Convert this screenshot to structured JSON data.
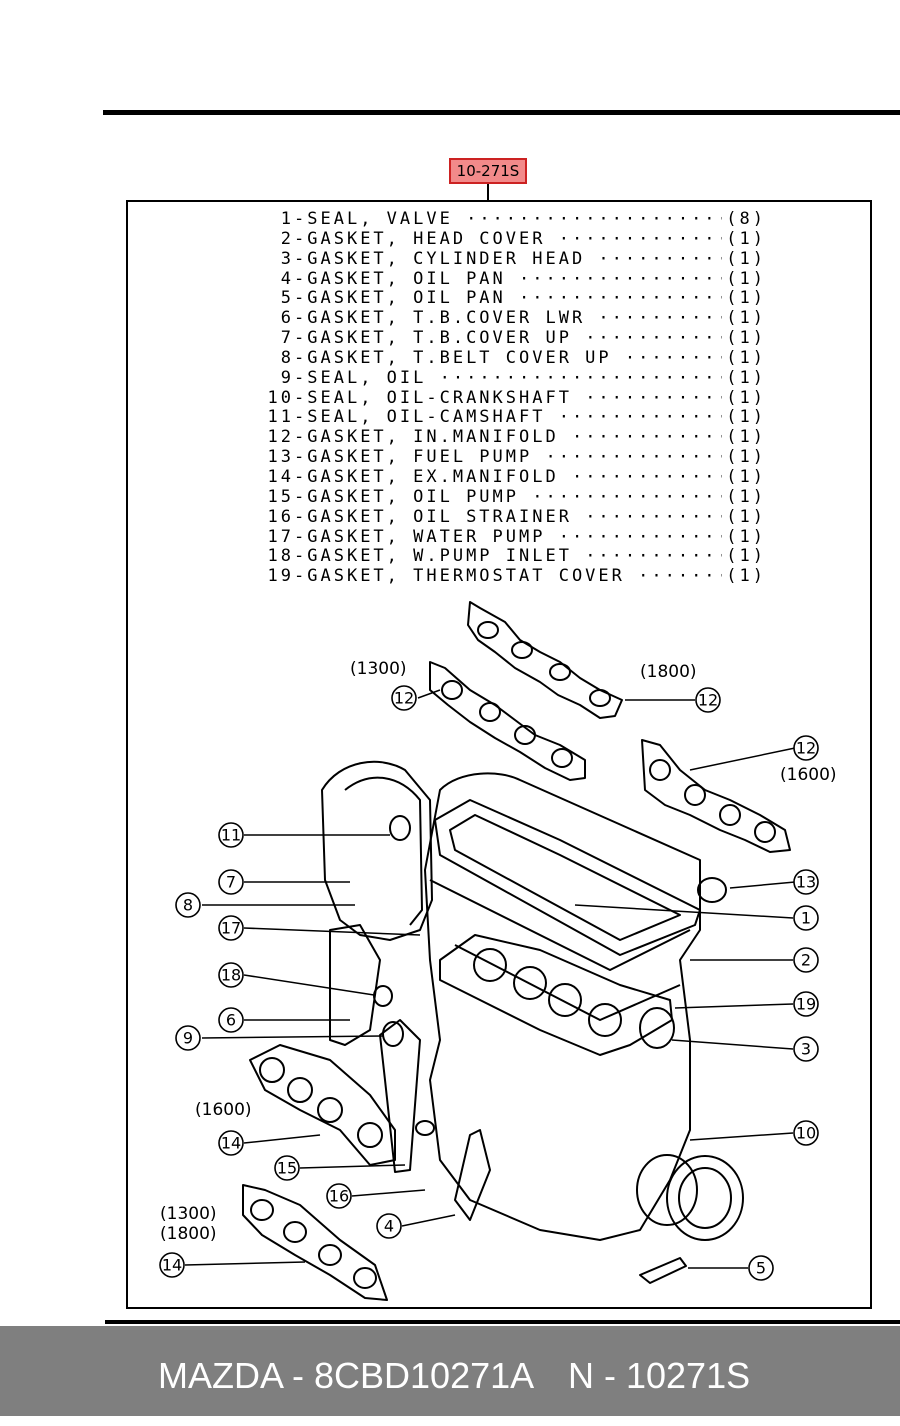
{
  "catalog_tag": "10-271S",
  "parts": [
    {
      "num": "1",
      "name": "SEAL, VALVE",
      "qty": "(8)"
    },
    {
      "num": "2",
      "name": "GASKET, HEAD COVER",
      "qty": "(1)"
    },
    {
      "num": "3",
      "name": "GASKET, CYLINDER HEAD",
      "qty": "(1)"
    },
    {
      "num": "4",
      "name": "GASKET, OIL PAN",
      "qty": "(1)"
    },
    {
      "num": "5",
      "name": "GASKET, OIL PAN",
      "qty": "(1)"
    },
    {
      "num": "6",
      "name": "GASKET, T.B.COVER LWR",
      "qty": "(1)"
    },
    {
      "num": "7",
      "name": "GASKET, T.B.COVER UP",
      "qty": "(1)"
    },
    {
      "num": "8",
      "name": "GASKET, T.BELT COVER UP",
      "qty": "(1)"
    },
    {
      "num": "9",
      "name": "SEAL, OIL",
      "qty": "(1)"
    },
    {
      "num": "10",
      "name": "SEAL, OIL-CRANKSHAFT",
      "qty": "(1)"
    },
    {
      "num": "11",
      "name": "SEAL, OIL-CAMSHAFT",
      "qty": "(1)"
    },
    {
      "num": "12",
      "name": "GASKET, IN.MANIFOLD",
      "qty": "(1)"
    },
    {
      "num": "13",
      "name": "GASKET, FUEL PUMP",
      "qty": "(1)"
    },
    {
      "num": "14",
      "name": "GASKET, EX.MANIFOLD",
      "qty": "(1)"
    },
    {
      "num": "15",
      "name": "GASKET, OIL PUMP",
      "qty": "(1)"
    },
    {
      "num": "16",
      "name": "GASKET, OIL STRAINER",
      "qty": "(1)"
    },
    {
      "num": "17",
      "name": "GASKET, WATER PUMP",
      "qty": "(1)"
    },
    {
      "num": "18",
      "name": "GASKET, W.PUMP INLET",
      "qty": "(1)"
    },
    {
      "num": "19",
      "name": "GASKET, THERMOSTAT COVER",
      "qty": "(1)"
    }
  ],
  "variant_labels": {
    "in_manifold_1300": "(1300)",
    "in_manifold_1800": "(1800)",
    "in_manifold_1600": "(1600)",
    "ex_manifold_1600": "(1600)",
    "ex_manifold_1300": "(1300)",
    "ex_manifold_1800": "(1800)"
  },
  "callouts": [
    "1",
    "2",
    "3",
    "4",
    "5",
    "6",
    "7",
    "8",
    "9",
    "10",
    "11",
    "12",
    "13",
    "14",
    "15",
    "16",
    "17",
    "18",
    "19"
  ],
  "footer": {
    "part_number": "MAZDA - 8CBD10271A",
    "catalog_number": "N - 10271S"
  }
}
